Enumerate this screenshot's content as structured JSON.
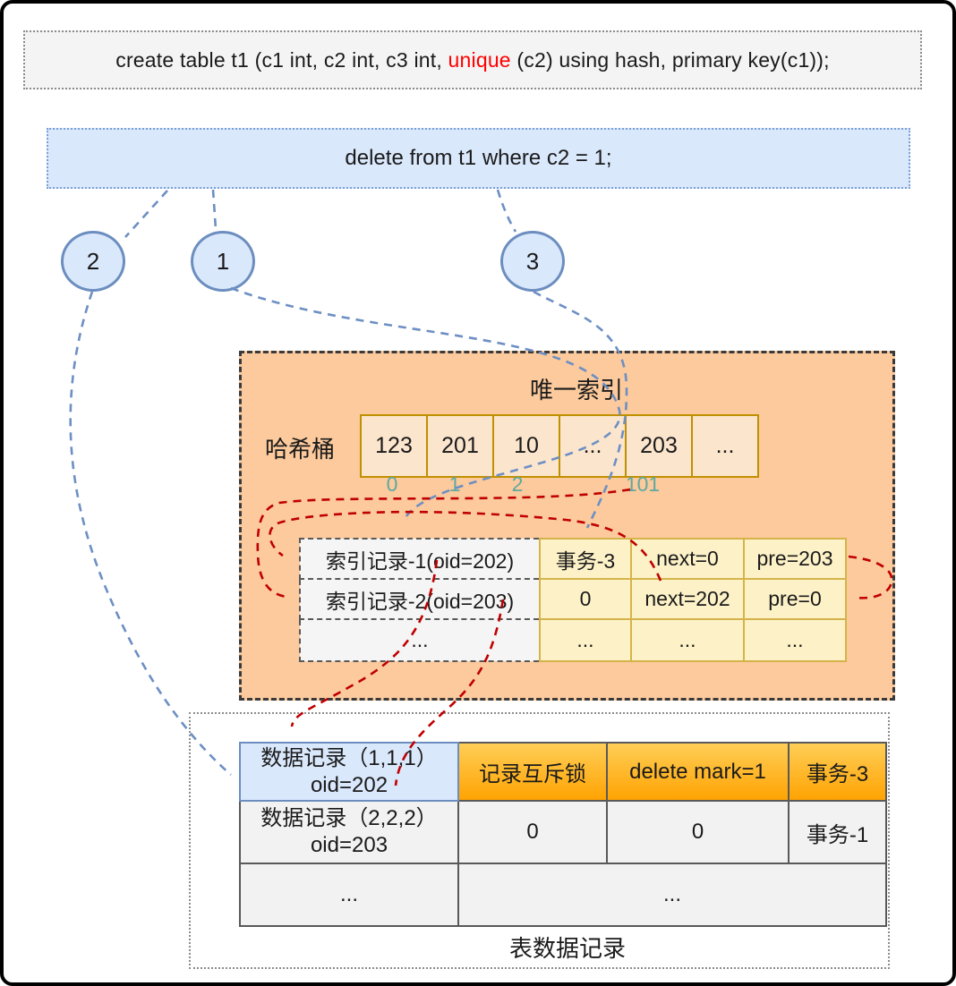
{
  "sql_box": {
    "prefix": "create table t1 (c1 int, c2 int, c3 int, ",
    "highlight": "unique",
    "suffix": " (c2) using hash, primary key(c1));"
  },
  "delete_bar": {
    "text": "delete from t1 where c2 = 1;"
  },
  "steps": [
    "2",
    "1",
    "3"
  ],
  "index_panel": {
    "title": "唯一索引",
    "hash_label": "哈希桶",
    "buckets": [
      "123",
      "201",
      "10",
      "...",
      "203",
      "..."
    ],
    "bucket_indices": [
      "0",
      "1",
      "2",
      "101"
    ],
    "records": [
      [
        "索引记录-1(oid=202)",
        "事务-3",
        "next=0",
        "pre=203"
      ],
      [
        "索引记录-2(oid=203)",
        "0",
        "next=202",
        "pre=0"
      ],
      [
        "...",
        "...",
        "...",
        "..."
      ]
    ]
  },
  "data_panel": {
    "caption": "表数据记录",
    "rows": [
      {
        "title": "数据记录（1,1,1）",
        "sub": "oid=202",
        "c2": "记录互斥锁",
        "c3": "delete mark=1",
        "c4": "事务-3"
      },
      {
        "title": "数据记录（2,2,2）",
        "sub": "oid=203",
        "c2": "0",
        "c3": "0",
        "c4": "事务-1"
      },
      {
        "title": "...",
        "rest": "..."
      }
    ]
  },
  "colors": {
    "accent_blue_fill": "#dae8fc",
    "blue_border": "#6c8ebf",
    "panel_orange": "#fcca9c",
    "bucket_fill": "#fce5cd",
    "bucket_border": "#bf9000",
    "record_fill": "#fdf1c7",
    "record_border": "#d4b44a",
    "gold_header": "#ffb300",
    "teal_index": "#5fa8a2",
    "arrow_red": "#c00000",
    "arrow_blue": "#6d8fc4",
    "sql_highlight": "#ff0000"
  }
}
